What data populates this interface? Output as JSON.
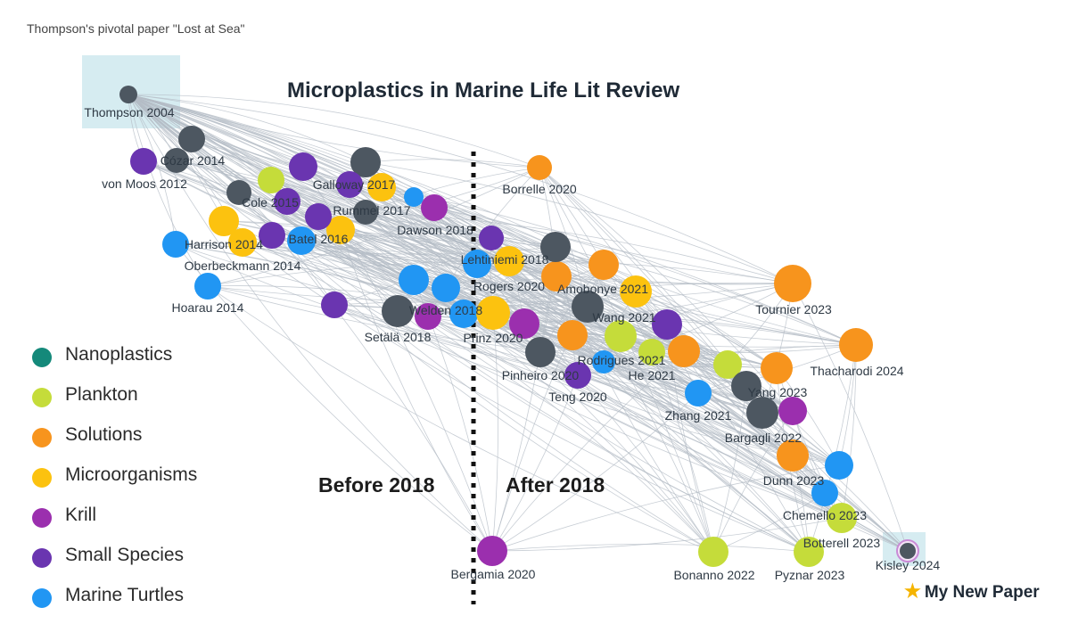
{
  "caption": "Thompson's pivotal paper \"Lost at Sea\"",
  "title": "Microplastics in Marine Life Lit Review",
  "eras": {
    "before": "Before 2018",
    "after": "After 2018"
  },
  "my_new_paper": "My New Paper",
  "colors": {
    "nanoplastics": "#14897a",
    "plankton": "#c5dc3a",
    "solutions": "#f7941d",
    "microorganisms": "#fcc20f",
    "krill": "#9b2fae",
    "small_species": "#6a35b0",
    "marine_turtles": "#2196f3",
    "core": "#4d5761",
    "highlight_box": "#d6ecf1",
    "edge": "#b4bcc6"
  },
  "legend": [
    {
      "label": "Nanoplastics",
      "color": "#14897a"
    },
    {
      "label": "Plankton",
      "color": "#c5dc3a"
    },
    {
      "label": "Solutions",
      "color": "#f7941d"
    },
    {
      "label": "Microorganisms",
      "color": "#fcc20f"
    },
    {
      "label": "Krill",
      "color": "#9b2fae"
    },
    {
      "label": "Small Species",
      "color": "#6a35b0"
    },
    {
      "label": "Marine Turtles",
      "color": "#2196f3"
    }
  ],
  "papers": [
    {
      "label": "Thompson 2004",
      "cat": "core"
    },
    {
      "label": "Cózar 2014",
      "cat": "core"
    },
    {
      "label": "von Moos 2012",
      "cat": "small_species"
    },
    {
      "label": "Galloway 2017",
      "cat": "small_species"
    },
    {
      "label": "Cole 2015",
      "cat": "core"
    },
    {
      "label": "Rummel 2017",
      "cat": "core"
    },
    {
      "label": "Dawson 2018",
      "cat": "krill"
    },
    {
      "label": "Harrison 2014",
      "cat": "microorganisms"
    },
    {
      "label": "Batel 2016",
      "cat": "small_species"
    },
    {
      "label": "Oberbeckmann 2014",
      "cat": "marine_turtles"
    },
    {
      "label": "Hoarau 2014",
      "cat": "marine_turtles"
    },
    {
      "label": "Setälä 2018",
      "cat": "core"
    },
    {
      "label": "Welden 2018",
      "cat": "marine_turtles"
    },
    {
      "label": "Borrelle 2020",
      "cat": "solutions"
    },
    {
      "label": "Lehtiniemi 2018",
      "cat": "core"
    },
    {
      "label": "Rogers 2020",
      "cat": "microorganisms"
    },
    {
      "label": "Amobonye 2021",
      "cat": "microorganisms"
    },
    {
      "label": "Wang 2021",
      "cat": "core"
    },
    {
      "label": "Prinz 2020",
      "cat": "microorganisms"
    },
    {
      "label": "Rodrigues 2021",
      "cat": "plankton"
    },
    {
      "label": "Pinheiro 2020",
      "cat": "core"
    },
    {
      "label": "He 2021",
      "cat": "plankton"
    },
    {
      "label": "Teng 2020",
      "cat": "small_species"
    },
    {
      "label": "Tournier 2023",
      "cat": "solutions"
    },
    {
      "label": "Thacharodi 2024",
      "cat": "solutions"
    },
    {
      "label": "Yang 2023",
      "cat": "core"
    },
    {
      "label": "Zhang 2021",
      "cat": "marine_turtles"
    },
    {
      "label": "Bargagli 2022",
      "cat": "core"
    },
    {
      "label": "Dunn 2023",
      "cat": "solutions"
    },
    {
      "label": "Chemello 2023",
      "cat": "marine_turtles"
    },
    {
      "label": "Botterell 2023",
      "cat": "plankton"
    },
    {
      "label": "Kisley 2024",
      "cat": "core"
    },
    {
      "label": "Bergamia 2020",
      "cat": "krill"
    },
    {
      "label": "Bonanno 2022",
      "cat": "plankton"
    },
    {
      "label": "Pyznar 2023",
      "cat": "plankton"
    }
  ]
}
